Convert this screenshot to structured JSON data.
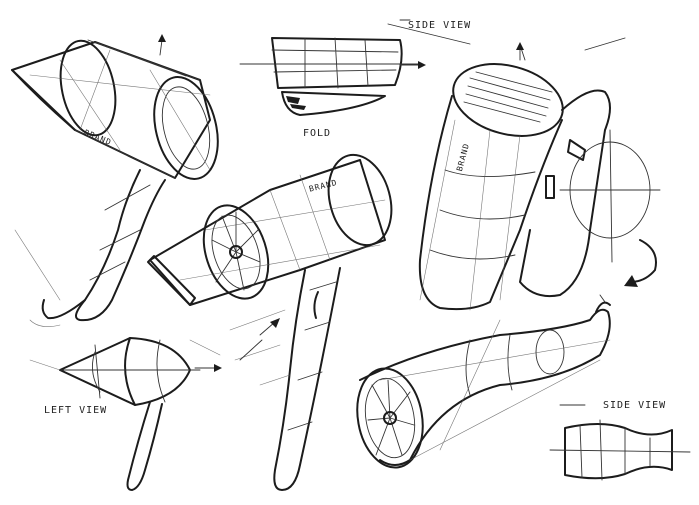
{
  "labels": {
    "side_view_top": "SIDE VIEW",
    "fold": "FOLD",
    "brand_1": "BRAND",
    "brand_2": "BRAND",
    "brand_3": "BRAND",
    "left_view": "LEFT VIEW",
    "side_view_bottom": "SIDE VIEW"
  },
  "colors": {
    "ink": "#1c1c1c",
    "paper": "#ffffff"
  }
}
